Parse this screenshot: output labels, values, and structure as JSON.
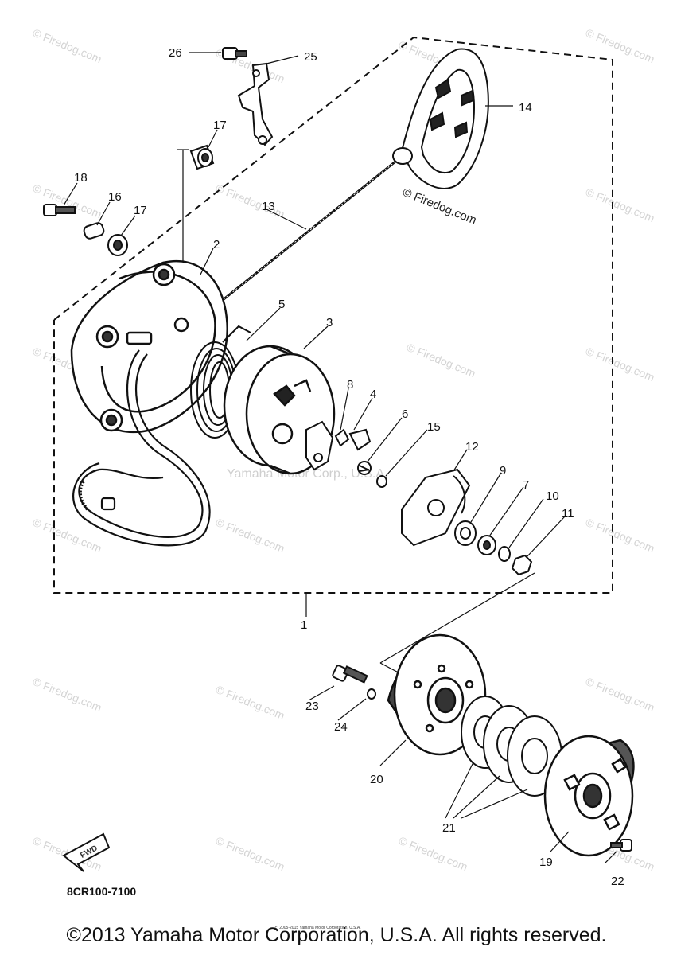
{
  "diagram": {
    "part_code": "8CR100-7100",
    "fwd_label": "FWD",
    "small_notice": "(c) 2005-2015 Yamaha Motor Corporation, U.S.A.",
    "watermark_text": "© Firedog.com",
    "watermark_mid": "Yamaha Motor Corp., U.S.A.",
    "callouts": [
      "1",
      "2",
      "3",
      "4",
      "5",
      "6",
      "7",
      "8",
      "9",
      "10",
      "11",
      "12",
      "13",
      "14",
      "15",
      "16",
      "17",
      "17",
      "18",
      "19",
      "20",
      "21",
      "22",
      "23",
      "24",
      "25",
      "26"
    ]
  },
  "footer": {
    "copyright": "©2013 Yamaha Motor Corporation, U.S.A. All rights reserved."
  }
}
